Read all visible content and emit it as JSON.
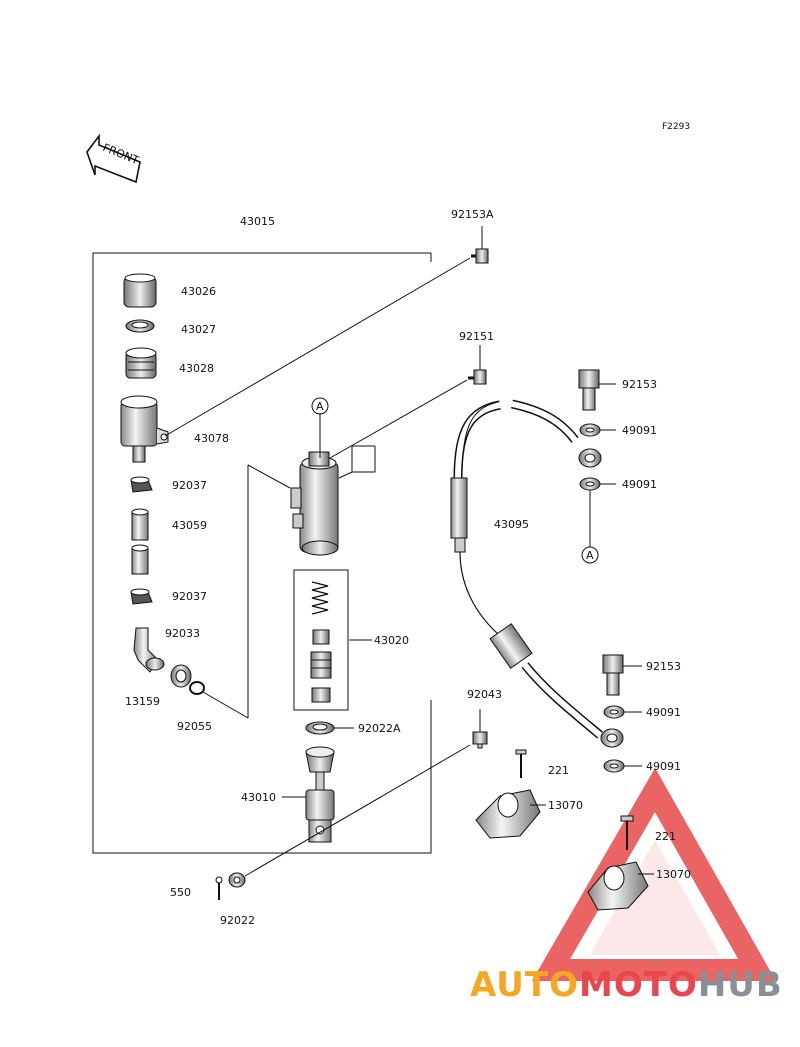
{
  "figure_code": "F2293",
  "front_arrow_label": "FRONT",
  "assembly_label": "43015",
  "part_labels": [
    "92153A",
    "43026",
    "43027",
    "43028",
    "43078",
    "92037",
    "43059",
    "92037",
    "92033",
    "13159",
    "92055",
    "92151",
    "43020",
    "92022A",
    "43010",
    "550",
    "92022",
    "92043",
    "92153",
    "49091",
    "49091",
    "43095",
    "92153",
    "49091",
    "49091",
    "221",
    "13070",
    "221",
    "13070"
  ],
  "ref_markers": [
    "A",
    "A"
  ],
  "watermark": {
    "part1": "AUTO",
    "part2": "MOTO",
    "part3": "HUB",
    "color_orange": "#f5a623",
    "color_red": "#e8474f",
    "color_gray": "#8a8f96"
  },
  "colors": {
    "line": "#111111",
    "triangle_red": "#e84a4a",
    "triangle_pink": "#f7b5b5"
  }
}
